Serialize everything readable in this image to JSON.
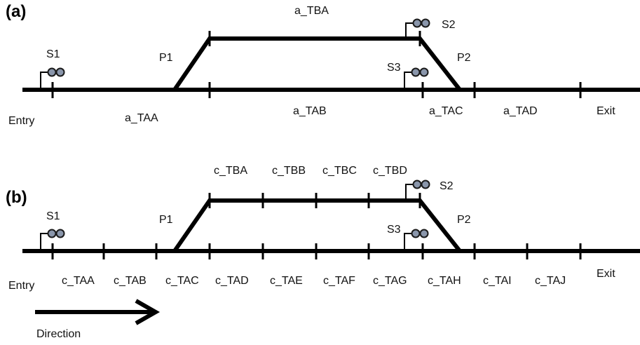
{
  "panel_a": {
    "label": "(a)",
    "entry": "Entry",
    "exit": "Exit",
    "signals": {
      "s1": "S1",
      "s2": "S2",
      "s3": "S3"
    },
    "points": {
      "p1": "P1",
      "p2": "P2"
    },
    "sections": {
      "top": "a_TBA",
      "taa": "a_TAA",
      "tab": "a_TAB",
      "tac": "a_TAC",
      "tad": "a_TAD"
    }
  },
  "panel_b": {
    "label": "(b)",
    "entry": "Entry",
    "exit": "Exit",
    "signals": {
      "s1": "S1",
      "s2": "S2",
      "s3": "S3"
    },
    "points": {
      "p1": "P1",
      "p2": "P2"
    },
    "top_sections": [
      "c_TBA",
      "c_TBB",
      "c_TBC",
      "c_TBD"
    ],
    "bottom_sections": [
      "c_TAA",
      "c_TAB",
      "c_TAC",
      "c_TAD",
      "c_TAE",
      "c_TAF",
      "c_TAG",
      "c_TAH",
      "c_TAI",
      "c_TAJ"
    ]
  },
  "direction": {
    "label": "Direction"
  },
  "colors": {
    "track": "#000000",
    "signal_lamp": "#8a96ab"
  }
}
